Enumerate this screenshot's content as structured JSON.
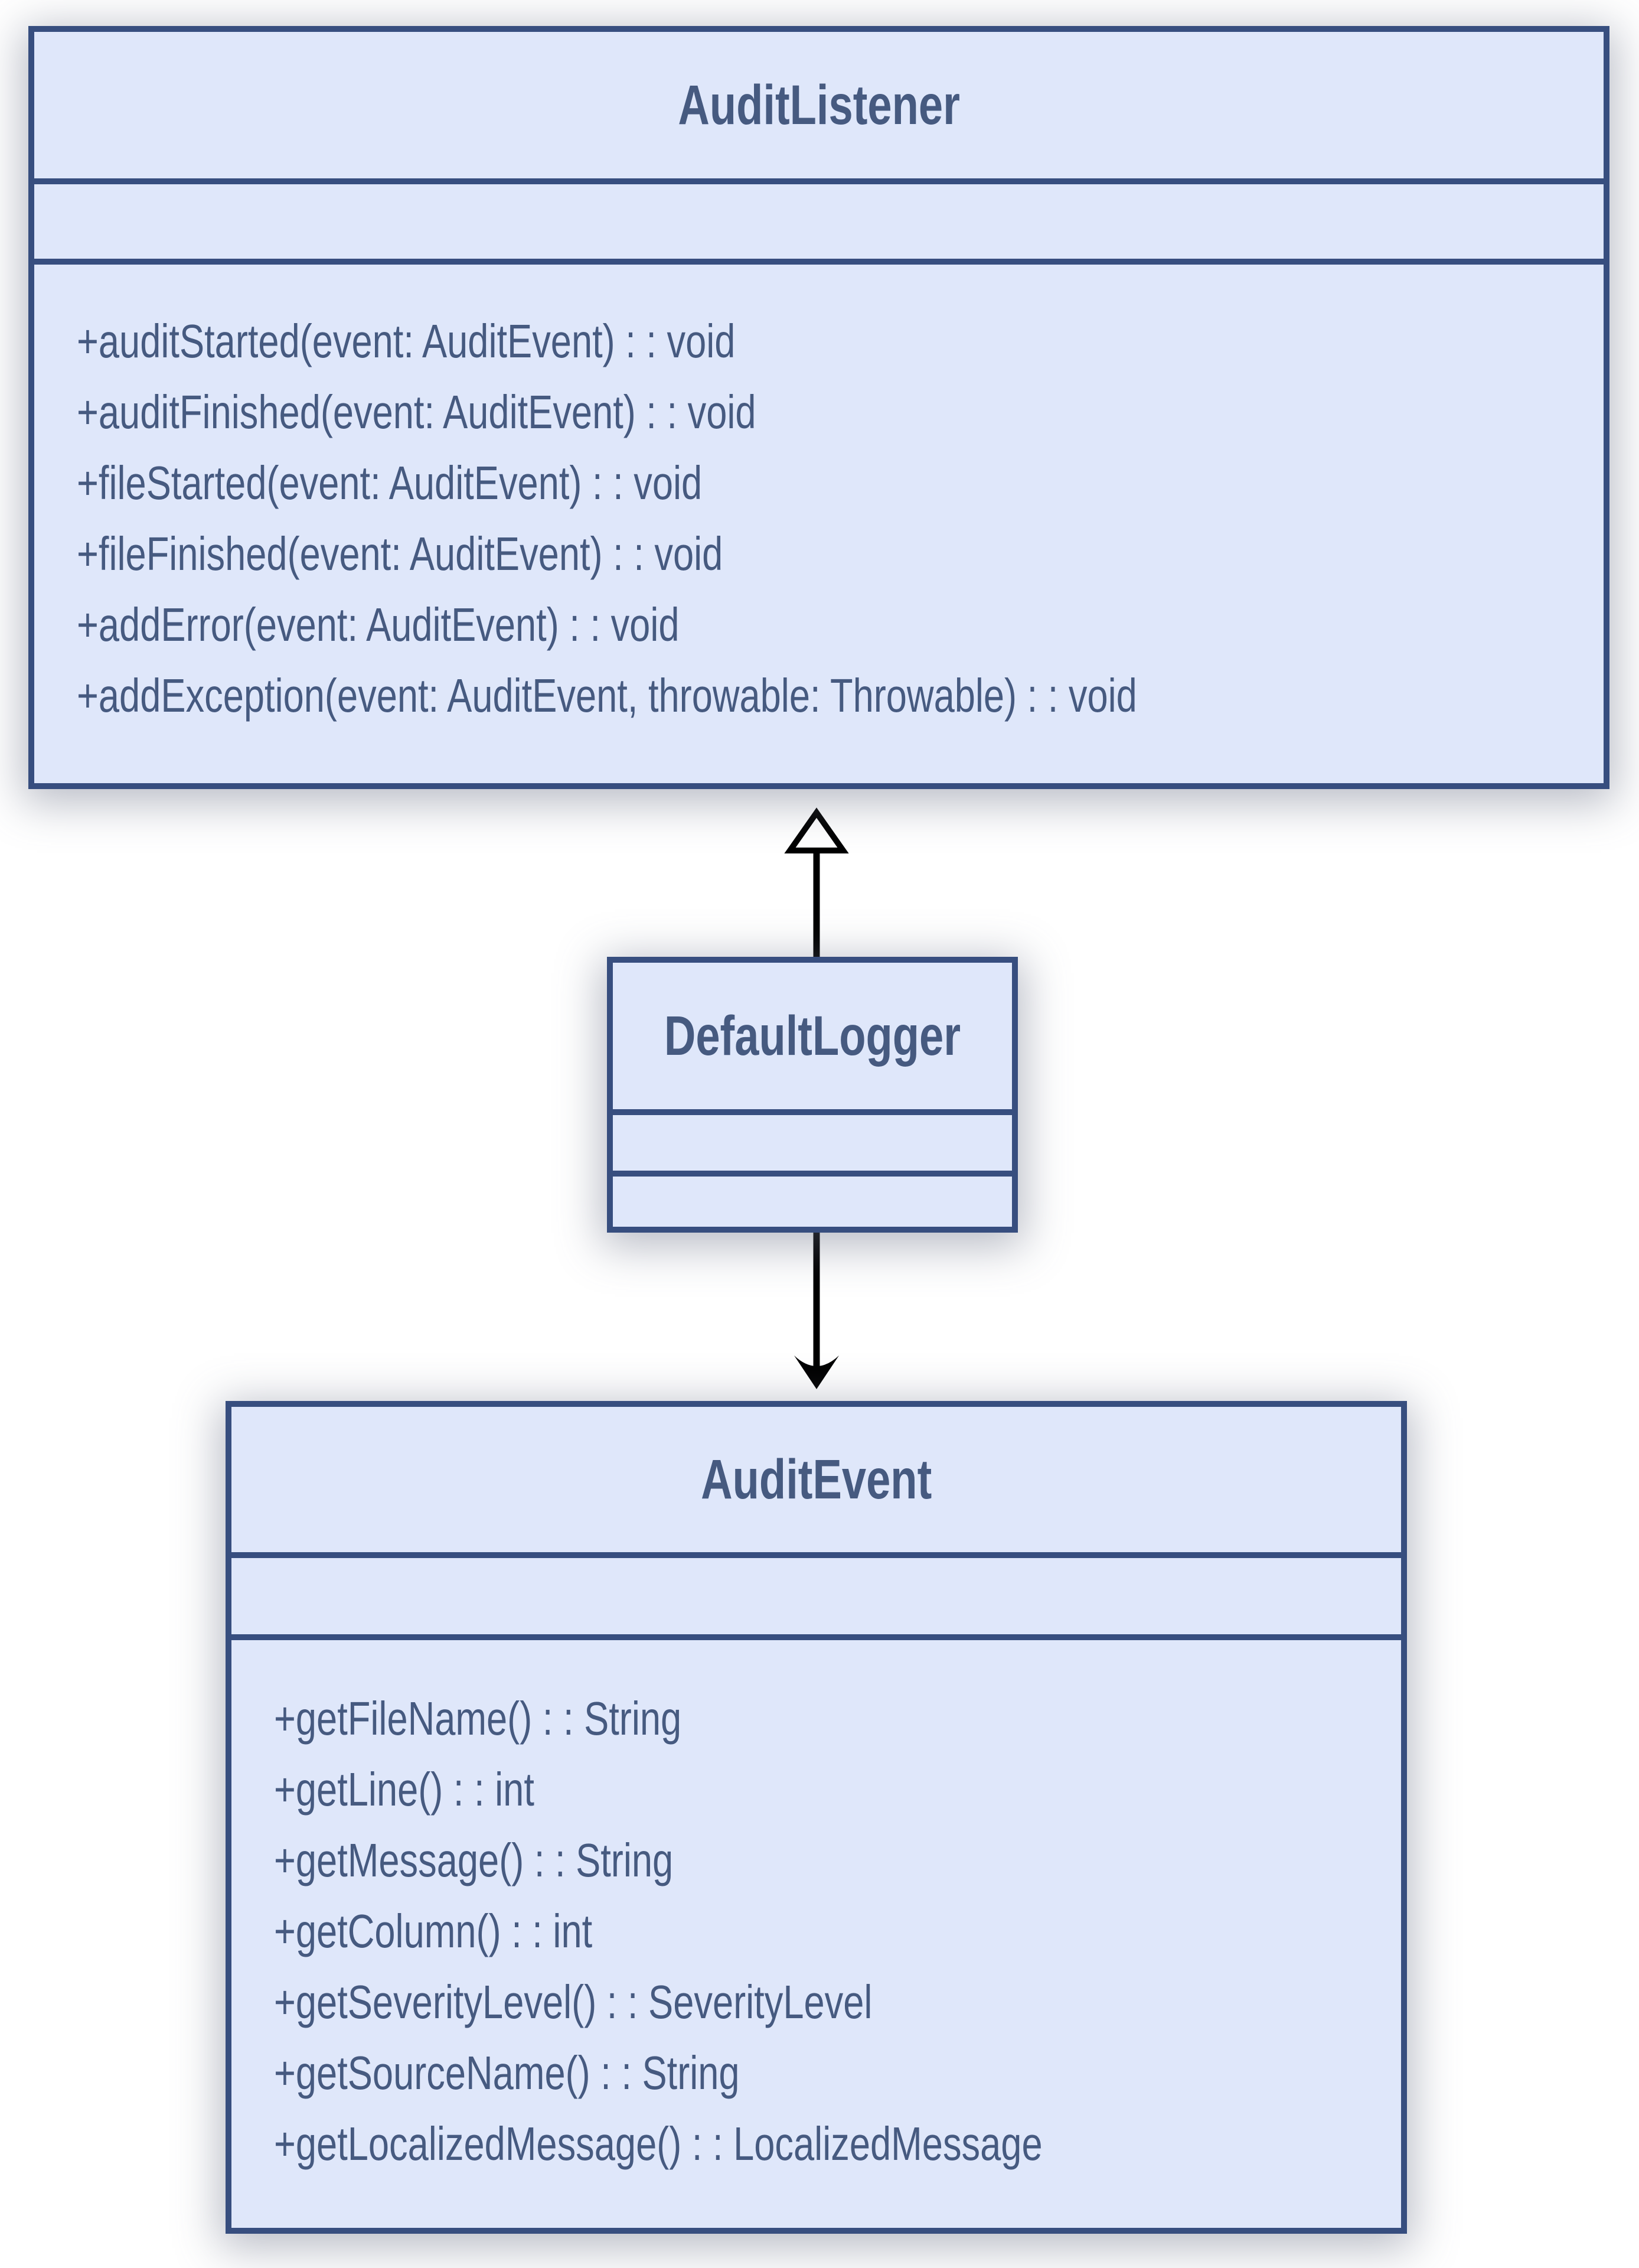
{
  "diagram_title": "Checkstyle audit UML class diagram",
  "colors": {
    "background": "#ffffff",
    "class_fill": "#dfe7fa",
    "class_border": "#374e7f",
    "class_text": "#465a80",
    "connector": "#000000"
  },
  "classes": {
    "audit_listener": {
      "name": "AuditListener",
      "attributes": [],
      "methods": [
        "+auditStarted(event: AuditEvent) : : void",
        "+auditFinished(event: AuditEvent) : : void",
        "+fileStarted(event: AuditEvent) : : void",
        "+fileFinished(event: AuditEvent) : : void",
        "+addError(event: AuditEvent) : : void",
        "+addException(event: AuditEvent, throwable: Throwable) : : void"
      ]
    },
    "default_logger": {
      "name": "DefaultLogger",
      "attributes": [],
      "methods": []
    },
    "audit_event": {
      "name": "AuditEvent",
      "attributes": [],
      "methods": [
        "+getFileName() : : String",
        "+getLine() : : int",
        "+getMessage() : : String",
        "+getColumn() : : int",
        "+getSeverityLevel() : : SeverityLevel",
        "+getSourceName() : : String",
        "+getLocalizedMessage() : : LocalizedMessage"
      ]
    }
  },
  "relations": [
    {
      "type": "realization",
      "from": "DefaultLogger",
      "to": "AuditListener",
      "arrow": "hollow-triangle-up"
    },
    {
      "type": "dependency",
      "from": "DefaultLogger",
      "to": "AuditEvent",
      "arrow": "stealth-arrow-down"
    }
  ]
}
